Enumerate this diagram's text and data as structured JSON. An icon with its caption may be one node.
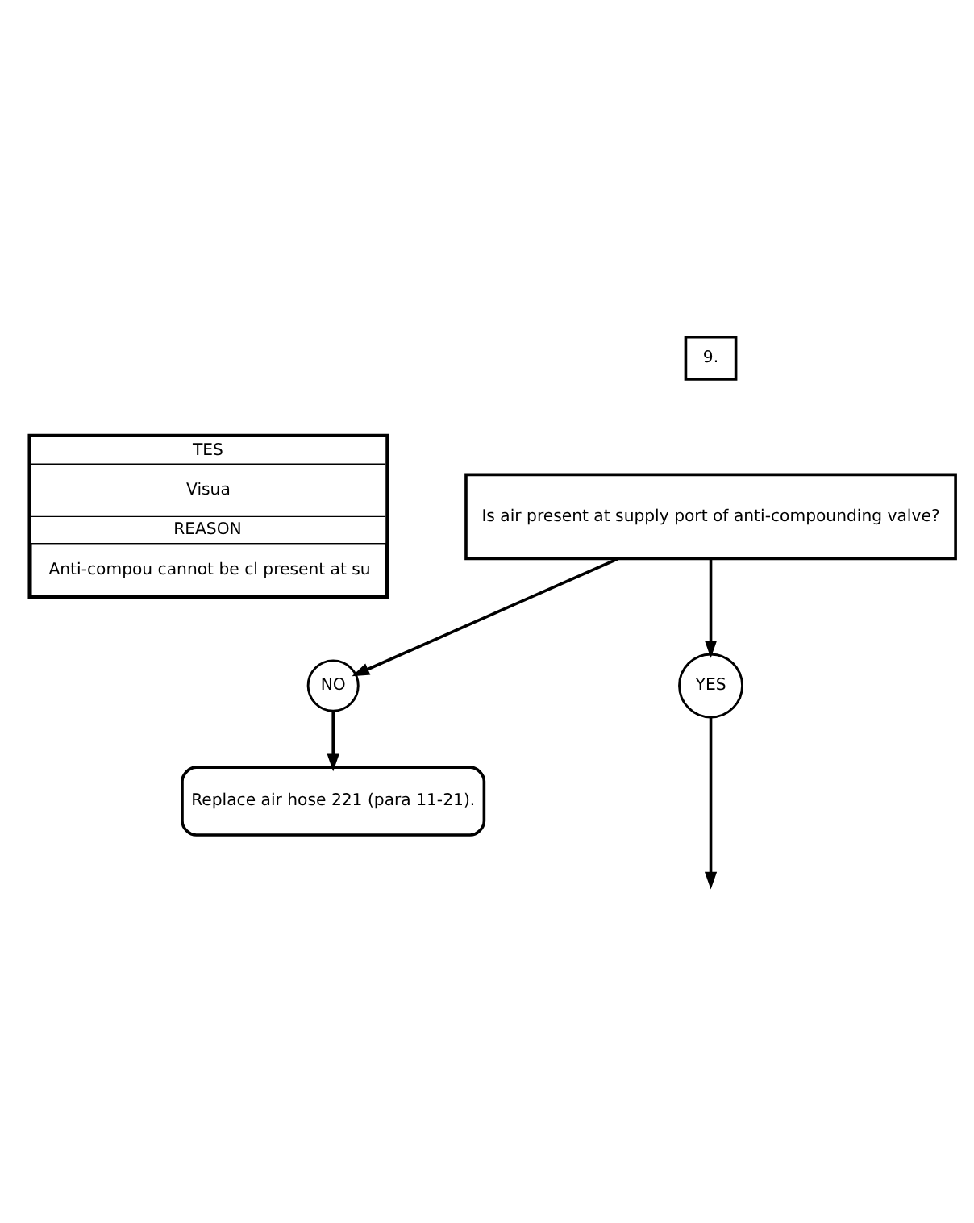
{
  "diagram": {
    "nodes": [
      {
        "text": [
          "9."
        ]
      },
      {
        "text": [
          "Is air present at supply port of anti-compounding valve?"
        ]
      },
      {
        "text": [
          "NO"
        ]
      },
      {
        "text": [
          "YES"
        ]
      },
      {
        "text": [
          "Replace air hose 221 (para 11-21)."
        ]
      },
      {
        "text": [
          "TES",
          "Visua",
          "REASON",
          "Anti-compou cannot be cl present at su"
        ]
      }
    ],
    "edges": [
      {
        "from": 1,
        "to": 2,
        "arrow": "to"
      },
      {
        "from": 1,
        "to": 3,
        "arrow": "to"
      },
      {
        "from": 2,
        "to": 4,
        "arrow": "to"
      },
      {
        "from": 3,
        "to": null,
        "arrow": "to"
      }
    ]
  }
}
